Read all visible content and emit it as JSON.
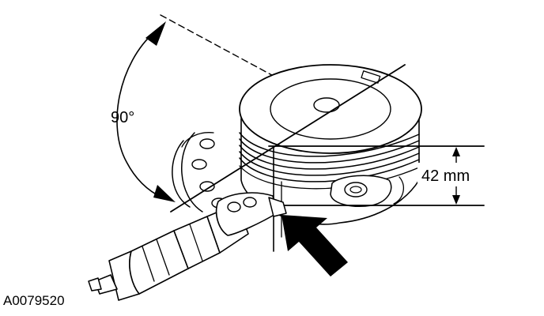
{
  "figure": {
    "angle_label": "90°",
    "dimension_label": "42 mm",
    "figure_id": "A0079520"
  },
  "colors": {
    "ink": "#000000",
    "paper": "#ffffff"
  }
}
